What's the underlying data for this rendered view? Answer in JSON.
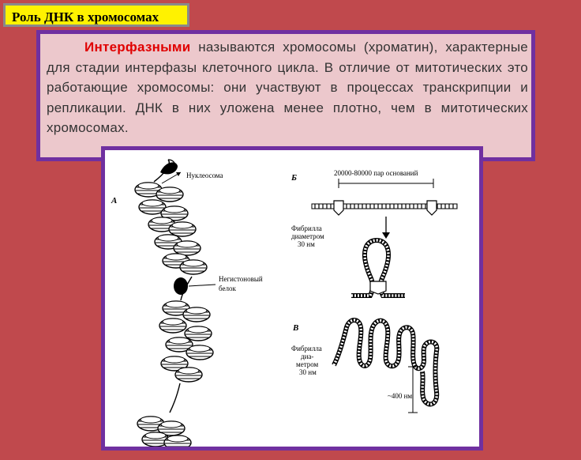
{
  "slide": {
    "title": "Роль ДНК в хромосомах",
    "paragraph_highlight": "Интерфазными",
    "paragraph_rest": " называются хромосомы (хроматин), характерные для стадии интерфазы клеточного цикла. В отличие от митотических это работающие хромосомы: они участвуют в процессах транскрипции и репликации. ДНК в них уложена менее плотно, чем в митотических хромосомах."
  },
  "figure": {
    "panel_a": "А",
    "panel_b": "Б",
    "panel_v": "В",
    "nucleosome_label": "Нуклеосома",
    "nonhistone_label_1": "Негистоновый",
    "nonhistone_label_2": "белок",
    "base_pairs_label": "20000-80000 пар оснований",
    "fibril_b_1": "Фибрилла",
    "fibril_b_2": "диаметром",
    "fibril_b_3": "30 нм",
    "fibril_v_1": "Фибрилла",
    "fibril_v_2": "диа-",
    "fibril_v_3": "метром",
    "fibril_v_4": "30 нм",
    "size_label": "~400 нм"
  },
  "colors": {
    "background": "#c0494d",
    "title_bg": "#fff200",
    "text_bg": "#ecc8cc",
    "border": "#7030a0",
    "highlight": "#e00000"
  }
}
